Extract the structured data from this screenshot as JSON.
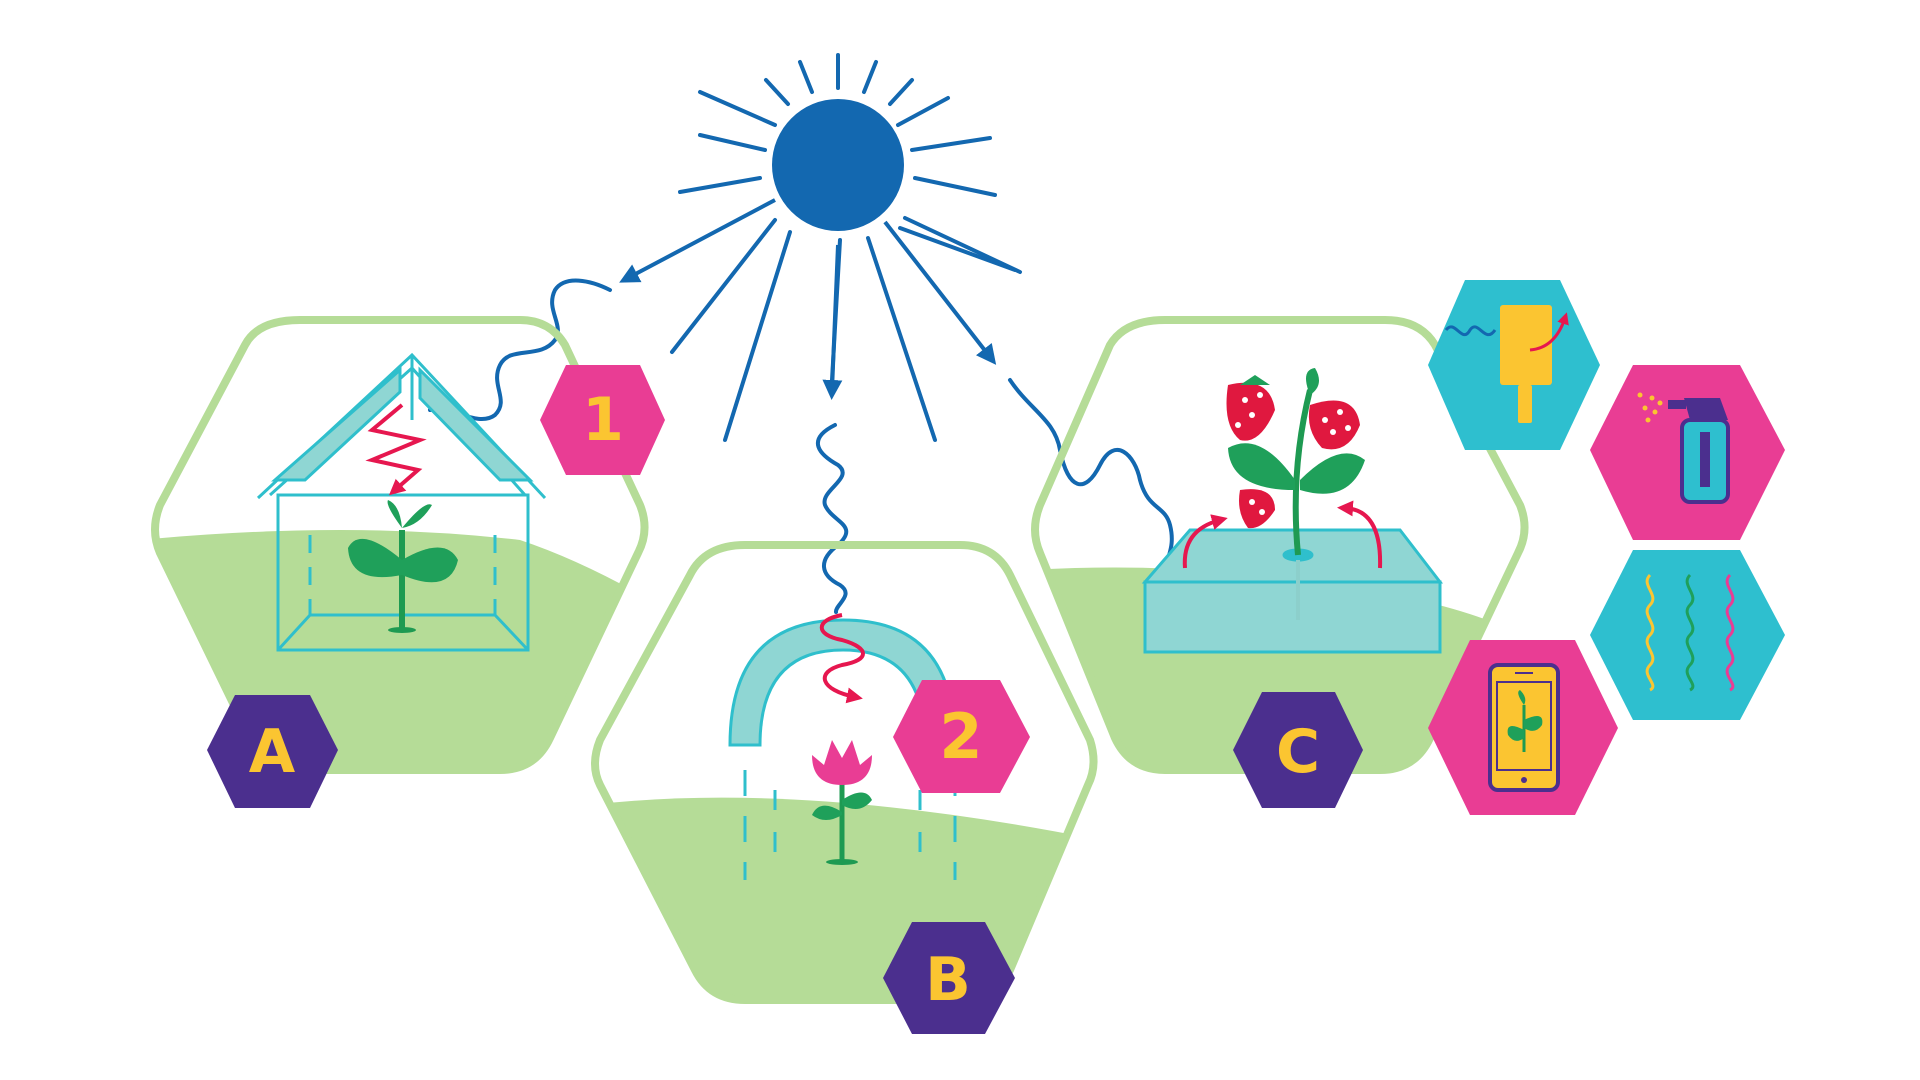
{
  "colors": {
    "sun": "#1368b0",
    "ground": "#b5dc97",
    "frame": "#b5dc97",
    "glass": "#2fbfcc",
    "glass_fill": "#8fd6d3",
    "leaf": "#1fa05a",
    "stem": "#1e9a52",
    "heat": "#e6174f",
    "pink": "#e93d94",
    "purple": "#4b2f8e",
    "yellow": "#fbc531",
    "teal": "#2ebfcf",
    "strawberry": "#e0183f"
  },
  "badges": {
    "a": "A",
    "b": "B",
    "c": "C",
    "one": "1",
    "two": "2"
  },
  "icons": {
    "sun": "sun-icon",
    "greenhouse": "greenhouse-icon",
    "tunnel": "polytunnel-icon",
    "mulch": "mulch-bed-icon",
    "trap": "sticky-trap-icon",
    "spray": "spray-bottle-icon",
    "waves": "heat-waves-icon",
    "phone": "smartphone-icon"
  }
}
